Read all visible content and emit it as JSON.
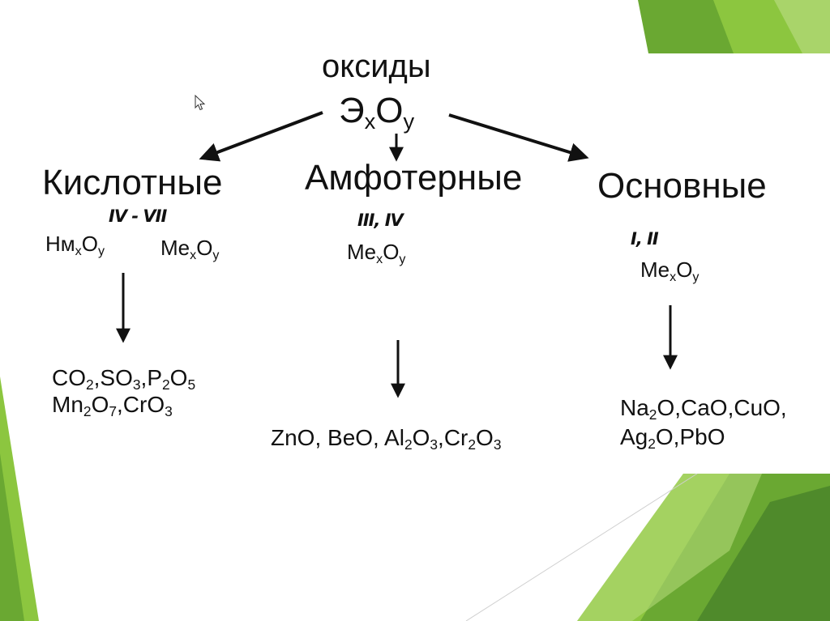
{
  "root": {
    "title": "оксиды",
    "formula": [
      {
        "t": "Э"
      },
      {
        "s": "x"
      },
      {
        "t": "O"
      },
      {
        "s": "y"
      }
    ]
  },
  "branches": {
    "acidic": {
      "label": "Кислотные",
      "valence": "IV - VII",
      "formula_nonmetal": [
        {
          "t": "Нм"
        },
        {
          "s": "x"
        },
        {
          "t": "O"
        },
        {
          "s": "y"
        }
      ],
      "formula_metal": [
        {
          "t": "Me"
        },
        {
          "s": "x"
        },
        {
          "t": "O"
        },
        {
          "s": "y"
        }
      ],
      "examples_line1": [
        {
          "t": "CO"
        },
        {
          "s": "2"
        },
        {
          "t": ",SO"
        },
        {
          "s": "3"
        },
        {
          "t": ",P"
        },
        {
          "s": "2"
        },
        {
          "t": "O"
        },
        {
          "s": "5"
        }
      ],
      "examples_line2": [
        {
          "t": "Mn"
        },
        {
          "s": "2"
        },
        {
          "t": "O"
        },
        {
          "s": "7"
        },
        {
          "t": ",CrO"
        },
        {
          "s": "3"
        }
      ]
    },
    "amphoteric": {
      "label": "Амфотерные",
      "valence": "III, IV",
      "formula": [
        {
          "t": "Me"
        },
        {
          "s": "x"
        },
        {
          "t": "O"
        },
        {
          "s": "y"
        }
      ],
      "examples_line1": [
        {
          "t": "ZnO, BeO, Al"
        },
        {
          "s": "2"
        },
        {
          "t": "O"
        },
        {
          "s": "3"
        },
        {
          "t": ",Cr"
        },
        {
          "s": "2"
        },
        {
          "t": "O"
        },
        {
          "s": "3"
        }
      ]
    },
    "basic": {
      "label": "Основные",
      "valence": "I, II",
      "formula": [
        {
          "t": "Me"
        },
        {
          "s": "x"
        },
        {
          "t": "O"
        },
        {
          "s": "y"
        }
      ],
      "examples_line1": [
        {
          "t": "Na"
        },
        {
          "s": "2"
        },
        {
          "t": "O,CaO,CuO,"
        }
      ],
      "examples_line2": [
        {
          "t": "Ag"
        },
        {
          "s": "2"
        },
        {
          "t": "O,PbO"
        }
      ]
    }
  },
  "colors": {
    "accent_light": "#8cc63f",
    "accent_mid": "#6aa832",
    "accent_dark": "#4f8a2b",
    "text": "#111111",
    "background": "#ffffff"
  },
  "icons": {
    "cursor": "mouse-pointer-icon"
  }
}
